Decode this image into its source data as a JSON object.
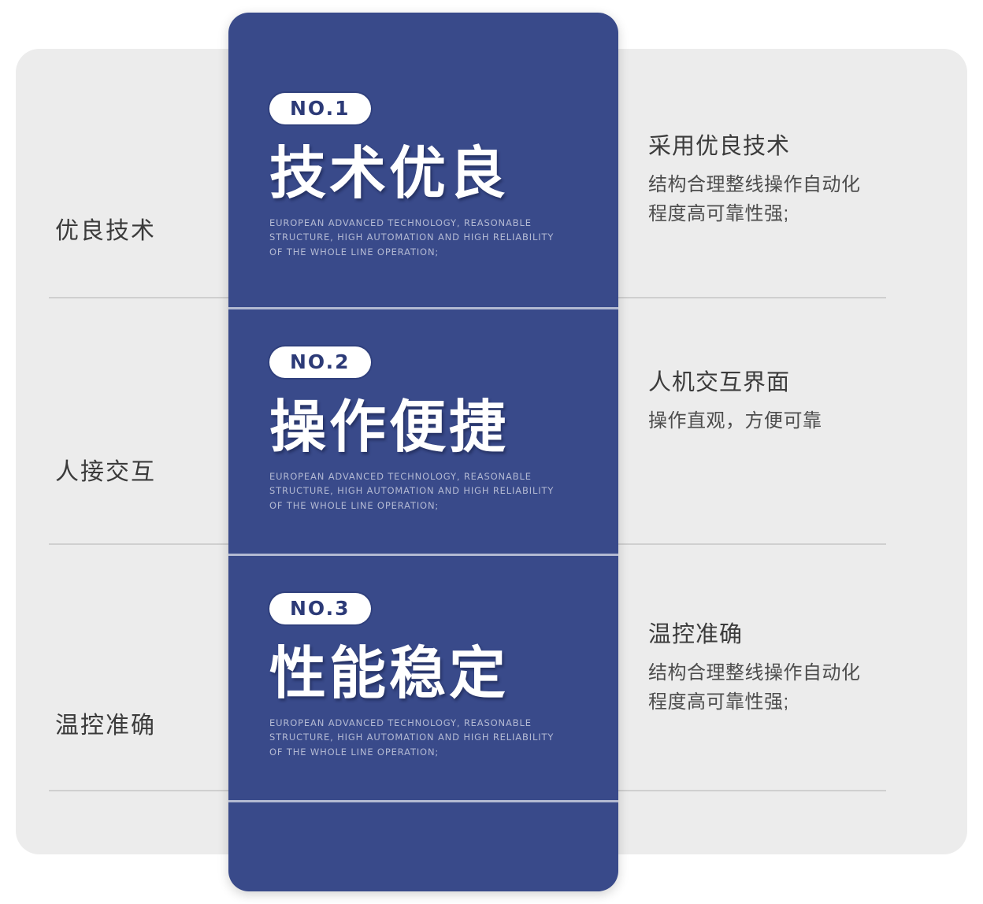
{
  "theme": {
    "brand_blue": "#394a8a",
    "panel_grey": "#ececec",
    "divider_grey": "#cfcfcf",
    "badge_white": "#ffffff",
    "caption_grey_blue": "#b3b9d3",
    "text_dark": "#3b3b3b"
  },
  "rows": [
    {
      "left_label": "优良技术",
      "badge": "NO.1",
      "card_title": "技术优良",
      "card_sub": [
        "EUROPEAN ADVANCED TECHNOLOGY, REASONABLE",
        "STRUCTURE, HIGH AUTOMATION AND HIGH RELIABILITY",
        "OF THE WHOLE LINE OPERATION;"
      ],
      "right_head": "采用优良技术",
      "right_lines": [
        "结构合理整线操作自动化",
        "程度高可靠性强;"
      ]
    },
    {
      "left_label": "人接交互",
      "badge": "NO.2",
      "card_title": "操作便捷",
      "card_sub": [
        "EUROPEAN ADVANCED TECHNOLOGY, REASONABLE",
        "STRUCTURE, HIGH AUTOMATION AND HIGH RELIABILITY",
        "OF THE WHOLE LINE OPERATION;"
      ],
      "right_head": "人机交互界面",
      "right_lines": [
        "操作直观，方便可靠"
      ]
    },
    {
      "left_label": "温控准确",
      "badge": "NO.3",
      "card_title": "性能稳定",
      "card_sub": [
        "EUROPEAN ADVANCED TECHNOLOGY, REASONABLE",
        "STRUCTURE, HIGH AUTOMATION AND HIGH RELIABILITY",
        "OF THE WHOLE LINE OPERATION;"
      ],
      "right_head": "温控准确",
      "right_lines": [
        "结构合理整线操作自动化",
        "程度高可靠性强;"
      ]
    }
  ]
}
